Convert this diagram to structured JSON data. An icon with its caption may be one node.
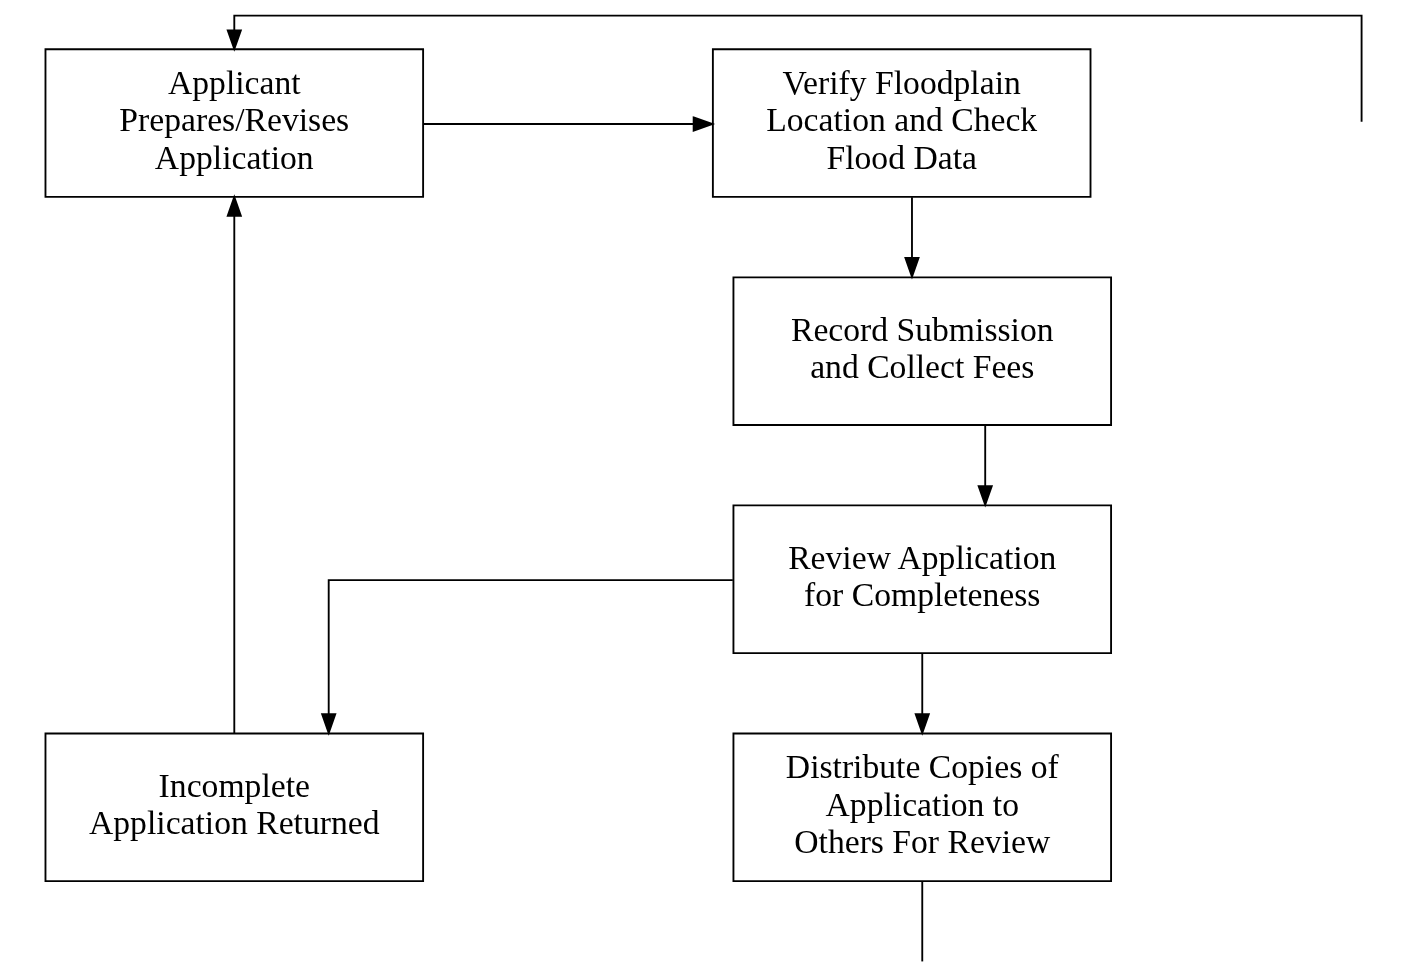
{
  "diagram": {
    "nodes": [
      {
        "text": [
          "Applicant Prepares/Revises Application"
        ]
      },
      {
        "text": [
          "Verify Floodplain Location and Check Flood Data"
        ]
      },
      {
        "text": [
          "Record Submission and Collect Fees"
        ]
      },
      {
        "text": [
          "Review Application for Completeness"
        ]
      },
      {
        "text": [
          "Incomplete Application Returned"
        ]
      },
      {
        "text": [
          "Distribute Copies of Application to Others For Review"
        ]
      }
    ],
    "edges": [
      {
        "from": 0,
        "to": 1,
        "arrow": "to"
      },
      {
        "from": 1,
        "to": 2,
        "arrow": "to"
      },
      {
        "from": 2,
        "to": 3,
        "arrow": "to"
      },
      {
        "from": 3,
        "to": 4,
        "arrow": "to"
      },
      {
        "from": 4,
        "to": 0,
        "arrow": "to"
      },
      {
        "from": 3,
        "to": 5,
        "arrow": "to"
      },
      {
        "from": 5,
        "to": null,
        "arrow": "none"
      },
      {
        "from": null,
        "to": 0,
        "arrow": "to"
      }
    ]
  }
}
